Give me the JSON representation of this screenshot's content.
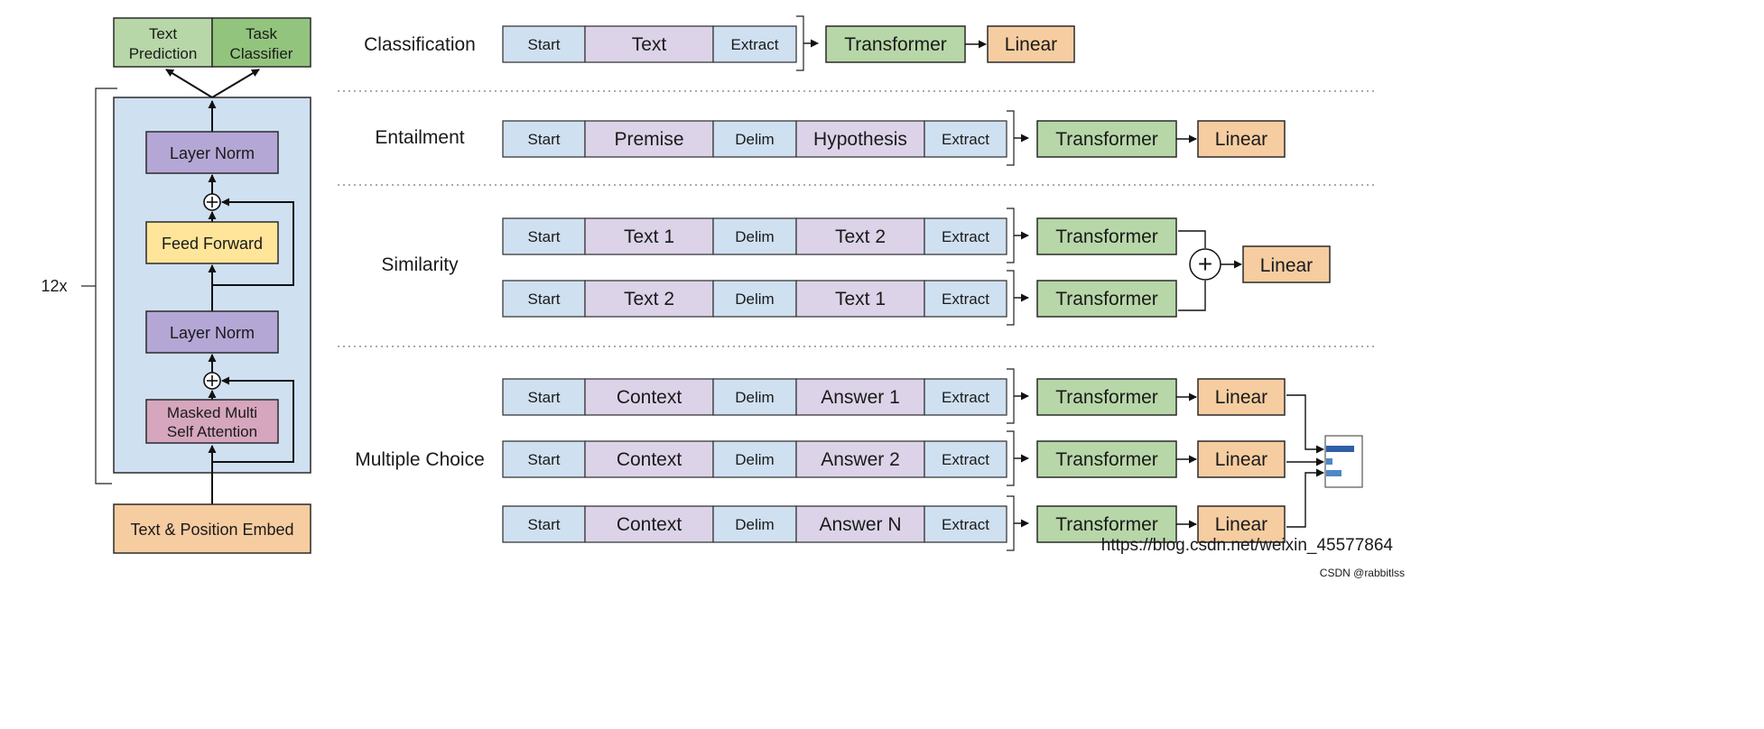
{
  "colors": {
    "token_blue": "#cfe0f1",
    "token_purple": "#dcd3e8",
    "transformer_green": "#b7d7a8",
    "linear_orange": "#f6cda1",
    "block_bg": "#cfe0f1",
    "layer_norm": "#b4a7d6",
    "feed_forward": "#ffe599",
    "attention": "#d5a6bd",
    "embed": "#f6cda1",
    "head_text_prediction": "#b7d7a8",
    "head_task_classifier": "#93c47d",
    "bar_dark": "#2f5fa5",
    "bar_light": "#4f86c6"
  },
  "architecture": {
    "heads": {
      "text_prediction": [
        "Text",
        "Prediction"
      ],
      "task_classifier": [
        "Task",
        "Classifier"
      ]
    },
    "layer_norm_top": "Layer Norm",
    "feed_forward": "Feed Forward",
    "layer_norm_bottom": "Layer Norm",
    "attention": [
      "Masked Multi",
      "Self Attention"
    ],
    "embed": "Text & Position Embed",
    "repeat": "12x"
  },
  "tasks": {
    "classification": {
      "label": "Classification",
      "tokens": [
        "Start",
        "Text",
        "Extract"
      ],
      "transformer": "Transformer",
      "linear": "Linear"
    },
    "entailment": {
      "label": "Entailment",
      "tokens": [
        "Start",
        "Premise",
        "Delim",
        "Hypothesis",
        "Extract"
      ],
      "transformer": "Transformer",
      "linear": "Linear"
    },
    "similarity": {
      "label": "Similarity",
      "rows": [
        {
          "tokens": [
            "Start",
            "Text 1",
            "Delim",
            "Text 2",
            "Extract"
          ],
          "transformer": "Transformer"
        },
        {
          "tokens": [
            "Start",
            "Text 2",
            "Delim",
            "Text 1",
            "Extract"
          ],
          "transformer": "Transformer"
        }
      ],
      "plus": "+",
      "linear": "Linear"
    },
    "multiple_choice": {
      "label": "Multiple Choice",
      "rows": [
        {
          "tokens": [
            "Start",
            "Context",
            "Delim",
            "Answer 1",
            "Extract"
          ],
          "transformer": "Transformer",
          "linear": "Linear"
        },
        {
          "tokens": [
            "Start",
            "Context",
            "Delim",
            "Answer 2",
            "Extract"
          ],
          "transformer": "Transformer",
          "linear": "Linear"
        },
        {
          "tokens": [
            "Start",
            "Context",
            "Delim",
            "Answer N",
            "Extract"
          ],
          "transformer": "Transformer",
          "linear": "Linear"
        }
      ]
    }
  },
  "watermark": "https://blog.csdn.net/weixin_45577864",
  "footer": "CSDN @rabbitlss"
}
